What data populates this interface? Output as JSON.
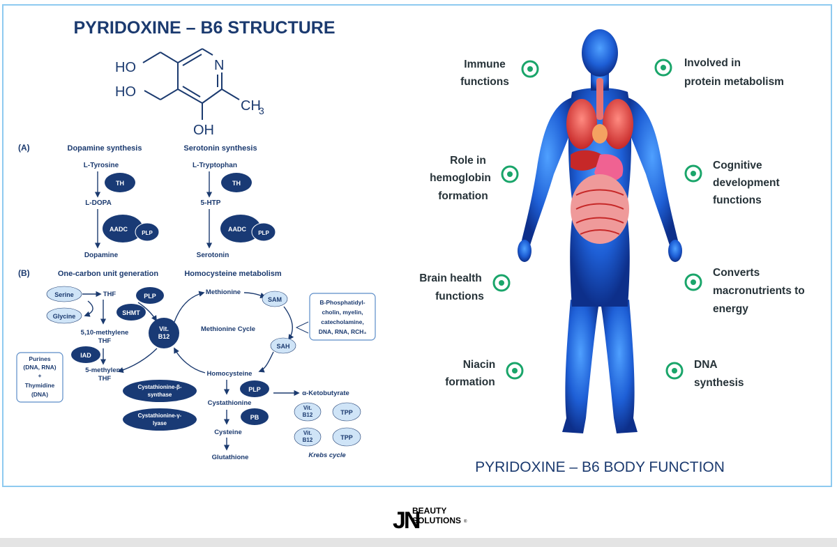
{
  "left_title": "PYRIDOXINE – B6 STRUCTURE",
  "right_title": "PYRIDOXINE – B6 BODY FUNCTION",
  "molecule": {
    "ho1": "HO",
    "ho2": "HO",
    "n": "N",
    "ch3_base": "CH",
    "ch3_sub": "3",
    "oh": "OH"
  },
  "section_a": {
    "marker": "(A)",
    "dopamine": {
      "title": "Dopamine synthesis",
      "start": "L-Tyrosine",
      "enzyme1": "TH",
      "mid": "L-DOPA",
      "enzyme2": "AADC",
      "cofactor": "PLP",
      "end": "Dopamine"
    },
    "serotonin": {
      "title": "Serotonin synthesis",
      "start": "L-Tryptophan",
      "enzyme1": "TH",
      "mid": "5-HTP",
      "enzyme2": "AADC",
      "cofactor": "PLP",
      "end": "Serotonin"
    }
  },
  "section_b": {
    "marker": "(B)",
    "one_carbon_title": "One-carbon unit generation",
    "homocysteine_title": "Homocysteine metabolism",
    "serine": "Serine",
    "glycine": "Glycine",
    "thf": "THF",
    "plp_top": "PLP",
    "shmt": "SHMT",
    "methylene_1": "5,10-methylene",
    "methylene_1b": "THF",
    "iad": "IAD",
    "methylene_2": "5-methylene",
    "methylene_2b": "THF",
    "purines": [
      "Purines",
      "(DNA, RNA)",
      "+",
      "Thymidine",
      "(DNA)"
    ],
    "vit_b12_a": "Vit.",
    "vit_b12_b": "B12",
    "methionine": "Methionine",
    "methionine_cycle": "Methionine Cycle",
    "sam": "SAM",
    "sah": "SAH",
    "homocysteine": "Homocysteine",
    "products": [
      "B-Phosphatidyl-",
      "cholin, myelin,",
      "catecholamine,",
      "DNA, RNA, RCH₃"
    ],
    "cbs_a": "Cystathionine-β-",
    "cbs_b": "synthase",
    "cgl_a": "Cystathionine-γ-",
    "cgl_b": "lyase",
    "plp_mid": "PLP",
    "cystathionine": "Cystathionine",
    "pb": "PB",
    "cysteine": "Cysteine",
    "glutathione": "Glutathione",
    "ketobutyrate": "α-Ketobutyrate",
    "tpp": "TPP",
    "krebs": "Krebs cycle"
  },
  "functions": {
    "immune": [
      "Immune",
      "functions"
    ],
    "protein": [
      "Involved in",
      "protein metabolism"
    ],
    "hemoglobin": [
      "Role in",
      "hemoglobin",
      "formation"
    ],
    "cognitive": [
      "Cognitive",
      "development",
      "functions"
    ],
    "brain": [
      "Brain health",
      "functions"
    ],
    "energy": [
      "Converts",
      "macronutrients to",
      "energy"
    ],
    "niacin": [
      "Niacin",
      "formation"
    ],
    "dna": [
      "DNA",
      "synthesis"
    ]
  },
  "logo": {
    "mark": "JN",
    "line1": "BEAUTY",
    "line2": "SOLUTIONS",
    "reg": "®"
  },
  "colors": {
    "navy": "#1b3a6f",
    "pill": "#193a75",
    "light_pill": "#cfe4f7",
    "green": "#1aa56a",
    "body_blue": "#1e5fd6",
    "border": "#8ecaf0"
  }
}
